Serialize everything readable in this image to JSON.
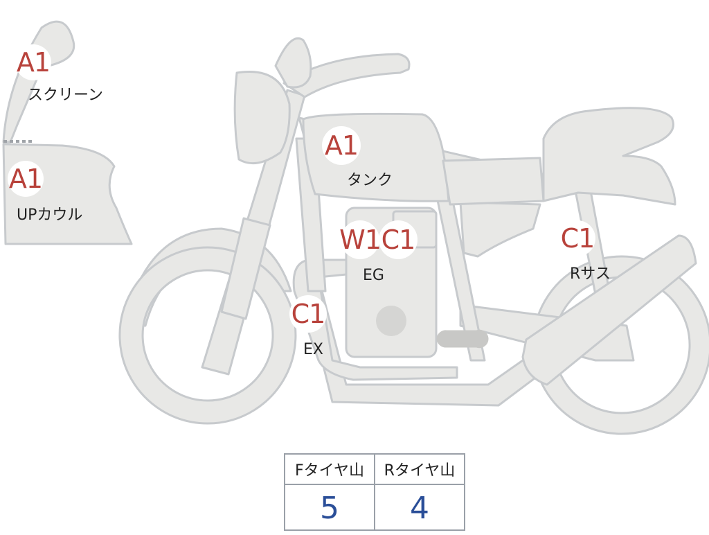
{
  "parts": {
    "screen": {
      "grade": "A1",
      "label": "スクリーン"
    },
    "upcowl": {
      "grade": "A1",
      "label": "UPカウル"
    },
    "tank": {
      "grade": "A1",
      "label": "タンク"
    },
    "engine": {
      "grades": [
        "W1",
        "C1"
      ],
      "label": "EG"
    },
    "exhaust": {
      "grade": "C1",
      "label": "EX"
    },
    "rear_sus": {
      "grade": "C1",
      "label": "Rサス"
    }
  },
  "tire_table": {
    "headers": [
      "Fタイヤ山",
      "Rタイヤ山"
    ],
    "values": [
      "5",
      "4"
    ]
  },
  "colors": {
    "part_fill": "#e8e8e6",
    "part_stroke": "#c7cacd",
    "grade_text": "#b8423b",
    "value_text": "#2a4e98"
  }
}
